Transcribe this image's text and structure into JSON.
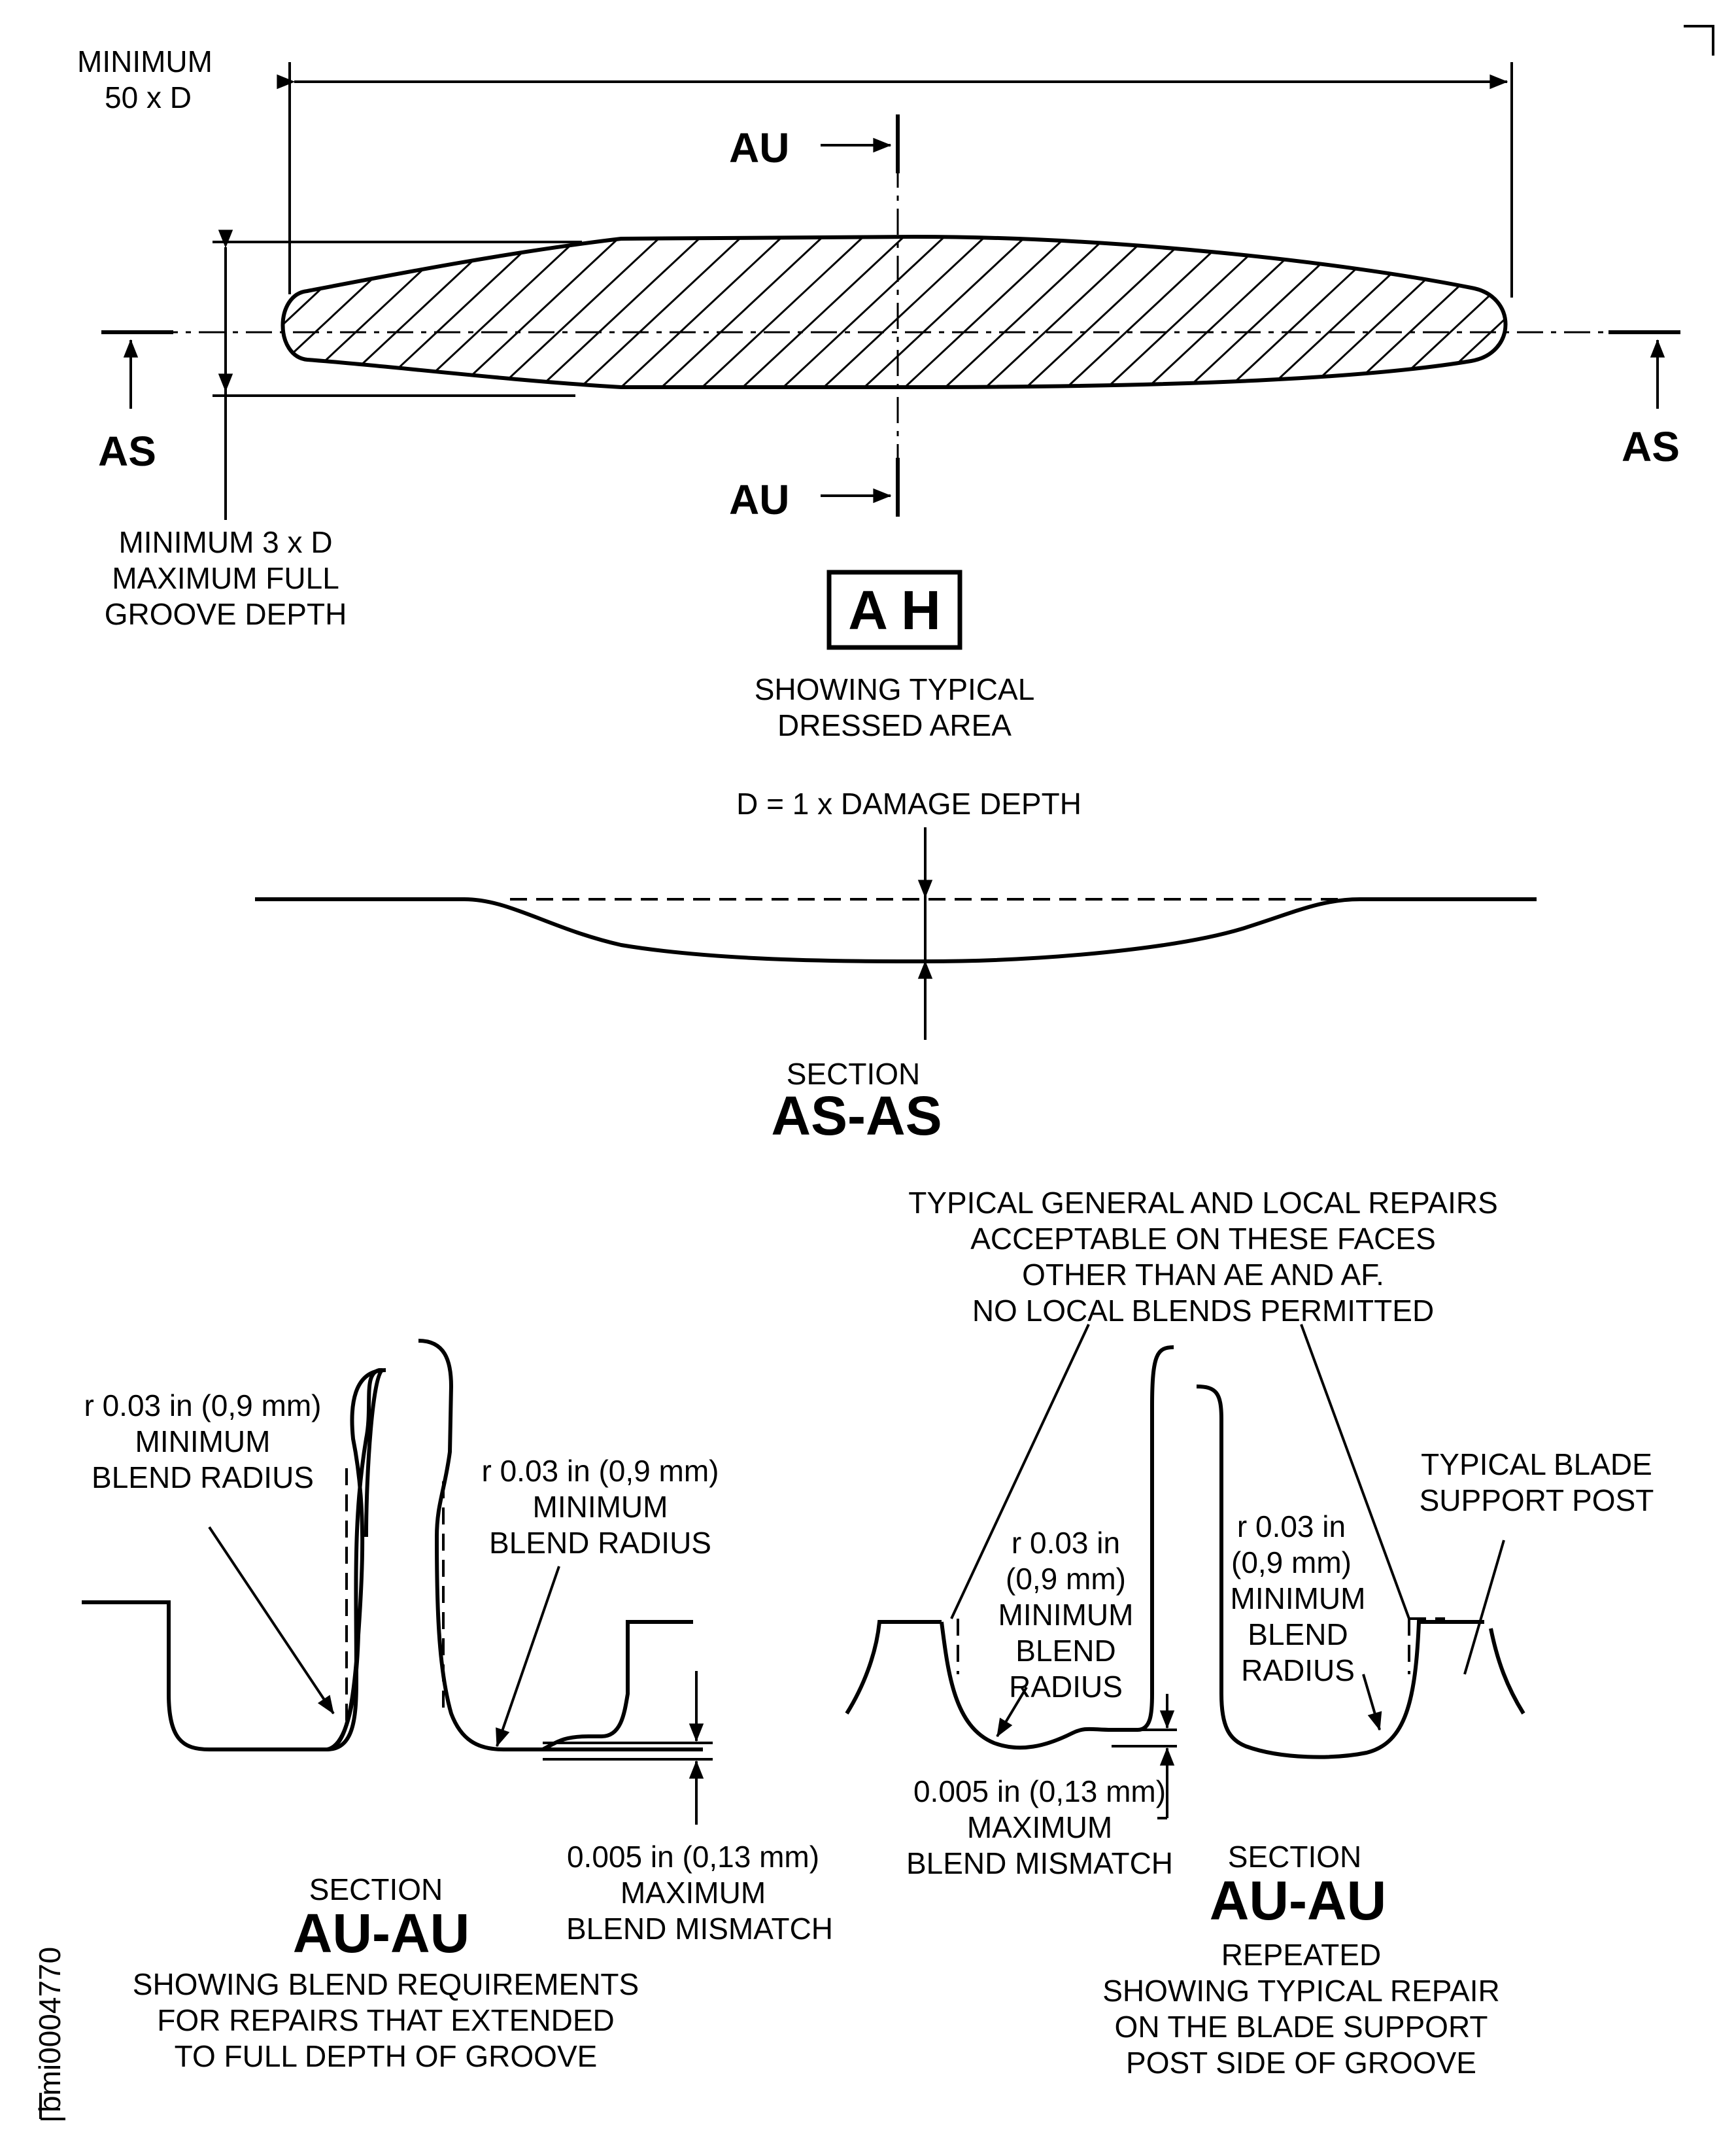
{
  "view_ah": {
    "min_length_label": [
      "MINIMUM",
      "50 x D"
    ],
    "section_au_marker": "AU",
    "section_as_marker": "AS",
    "depth_label": [
      "MINIMUM 3 x D",
      "MAXIMUM FULL",
      "GROOVE DEPTH"
    ],
    "view_id": "A H",
    "caption": [
      "SHOWING TYPICAL",
      "DRESSED AREA"
    ]
  },
  "section_as": {
    "damage_label": "D = 1 x DAMAGE DEPTH",
    "section_word": "SECTION",
    "section_id": "AS-AS"
  },
  "section_au_left": {
    "radius_note_left": [
      "r 0.03 in (0,9 mm)",
      "MINIMUM",
      "BLEND RADIUS"
    ],
    "radius_note_right": [
      "r 0.03 in (0,9 mm)",
      "MINIMUM",
      "BLEND RADIUS"
    ],
    "mismatch_note": [
      "0.005 in (0,13 mm)",
      "MAXIMUM",
      "BLEND MISMATCH"
    ],
    "section_word": "SECTION",
    "section_id": "AU-AU",
    "caption": [
      "SHOWING BLEND REQUIREMENTS",
      "FOR REPAIRS THAT EXTENDED",
      "TO FULL DEPTH OF GROOVE"
    ]
  },
  "section_au_right": {
    "repairs_note": [
      "TYPICAL GENERAL AND LOCAL REPAIRS",
      "ACCEPTABLE ON THESE FACES",
      "OTHER THAN AE AND AF.",
      "NO LOCAL BLENDS PERMITTED"
    ],
    "radius_note_left": [
      "r 0.03 in",
      "(0,9 mm)",
      "MINIMUM",
      "BLEND",
      "RADIUS"
    ],
    "radius_note_right": [
      "r 0.03 in",
      "(0,9 mm)",
      "MINIMUM",
      "BLEND",
      "RADIUS"
    ],
    "post_note": [
      "TYPICAL BLADE",
      "SUPPORT POST"
    ],
    "mismatch_note": [
      "0.005 in (0,13 mm)",
      "MAXIMUM",
      "BLEND MISMATCH"
    ],
    "section_word": "SECTION",
    "section_id": "AU-AU",
    "caption": [
      "REPEATED",
      "SHOWING TYPICAL REPAIR",
      "ON THE BLADE SUPPORT",
      "POST SIDE OF GROOVE"
    ]
  },
  "figure_id": "bmi0004770"
}
